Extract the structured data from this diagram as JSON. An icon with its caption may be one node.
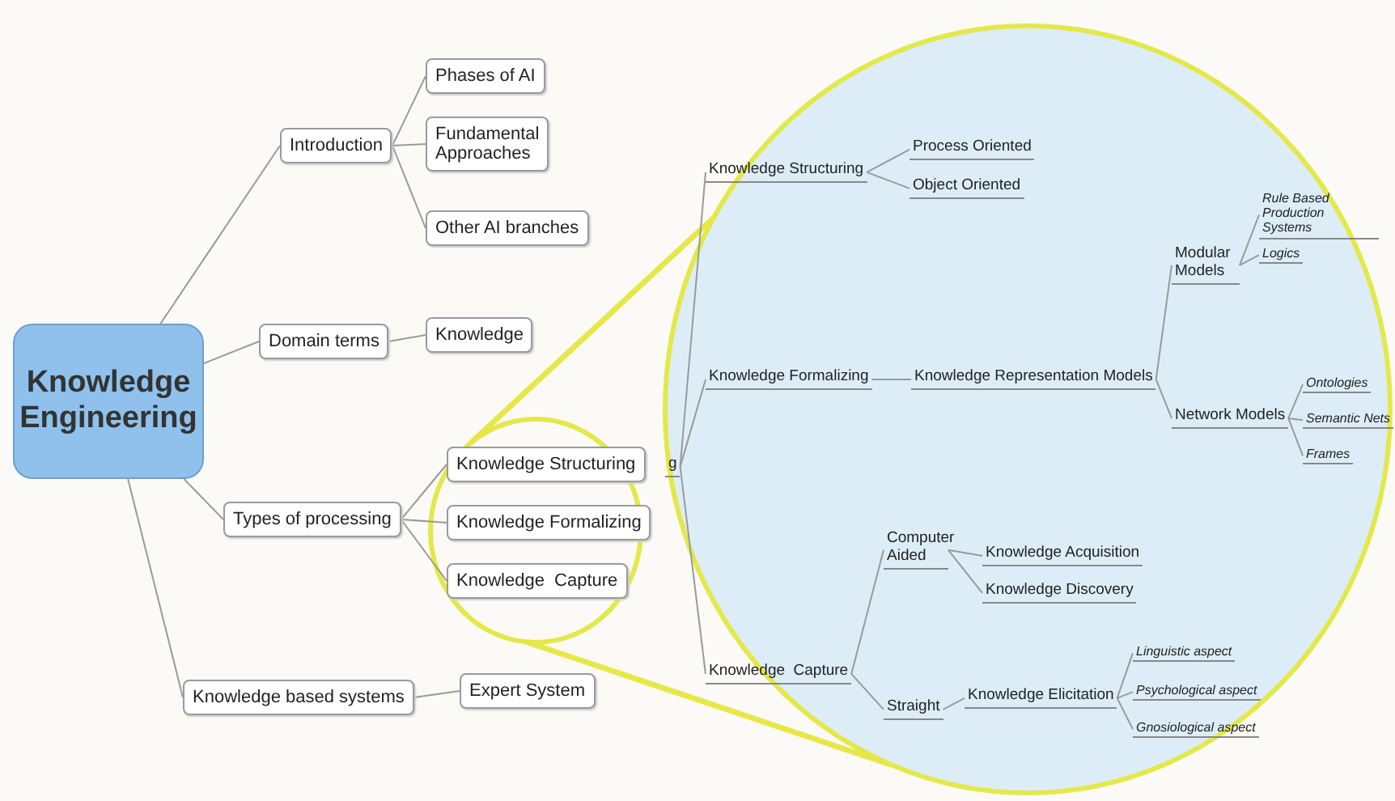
{
  "diagram": {
    "nodes": [
      {
        "text": [
          "Knowledge Engineering"
        ]
      },
      {
        "text": [
          "Introduction"
        ]
      },
      {
        "text": [
          "Phases of AI"
        ]
      },
      {
        "text": [
          "Fundamental Approaches"
        ]
      },
      {
        "text": [
          "Other AI branches"
        ]
      },
      {
        "text": [
          "Domain terms"
        ]
      },
      {
        "text": [
          "Knowledge"
        ]
      },
      {
        "text": [
          "Types of processing"
        ]
      },
      {
        "text": [],
        "shape": "circle"
      },
      {
        "text": [
          "Knowledge Structuring"
        ],
        "in": 8
      },
      {
        "text": [
          "Knowledge Formalizing"
        ],
        "in": 8
      },
      {
        "text": [
          "Knowledge  Capture"
        ],
        "in": 8
      },
      {
        "text": [
          "Knowledge based systems"
        ]
      },
      {
        "text": [
          "Expert System"
        ]
      },
      {
        "text": [],
        "shape": "circle"
      },
      {
        "text": [
          "g"
        ],
        "in": 14
      },
      {
        "text": [
          "Knowledge Structuring"
        ],
        "in": 14
      },
      {
        "text": [
          "Process Oriented"
        ],
        "in": 14
      },
      {
        "text": [
          "Object Oriented"
        ],
        "in": 14
      },
      {
        "text": [
          "Knowledge Formalizing"
        ],
        "in": 14
      },
      {
        "text": [
          "Knowledge Representation Models"
        ],
        "in": 14
      },
      {
        "text": [
          "Modular Models"
        ],
        "in": 14
      },
      {
        "text": [
          "Rule Based Production Systems"
        ],
        "in": 14
      },
      {
        "text": [
          "Logics"
        ],
        "in": 14
      },
      {
        "text": [
          "Network Models"
        ],
        "in": 14
      },
      {
        "text": [
          "Ontologies"
        ],
        "in": 14
      },
      {
        "text": [
          "Semantic Nets"
        ],
        "in": 14
      },
      {
        "text": [
          "Frames"
        ],
        "in": 14
      },
      {
        "text": [
          "Knowledge  Capture"
        ],
        "in": 14
      },
      {
        "text": [
          "Computer Aided"
        ],
        "in": 14
      },
      {
        "text": [
          "Knowledge Acquisition"
        ],
        "in": 14
      },
      {
        "text": [
          "Knowledge Discovery"
        ],
        "in": 14
      },
      {
        "text": [
          "Straight"
        ],
        "in": 14
      },
      {
        "text": [
          "Knowledge Elicitation"
        ],
        "in": 14
      },
      {
        "text": [
          "Linguistic aspect"
        ],
        "in": 14
      },
      {
        "text": [
          "Psychological aspect"
        ],
        "in": 14
      },
      {
        "text": [
          "Gnosiological aspect"
        ],
        "in": 14
      }
    ],
    "edges": [
      {
        "from": 0,
        "to": 1,
        "arrow": "none"
      },
      {
        "from": 0,
        "to": 5,
        "arrow": "none"
      },
      {
        "from": 0,
        "to": 7,
        "arrow": "none"
      },
      {
        "from": 0,
        "to": 12,
        "arrow": "none"
      },
      {
        "from": 1,
        "to": 2,
        "arrow": "none"
      },
      {
        "from": 1,
        "to": 3,
        "arrow": "none"
      },
      {
        "from": 1,
        "to": 4,
        "arrow": "none"
      },
      {
        "from": 5,
        "to": 6,
        "arrow": "none"
      },
      {
        "from": 7,
        "to": 9,
        "arrow": "none"
      },
      {
        "from": 7,
        "to": 10,
        "arrow": "none"
      },
      {
        "from": 7,
        "to": 11,
        "arrow": "none"
      },
      {
        "from": 12,
        "to": 13,
        "arrow": "none"
      },
      {
        "from": 8,
        "to": 14,
        "arrow": "none",
        "style": "thick",
        "color": "#e6e84a"
      },
      {
        "from": 8,
        "to": 14,
        "arrow": "none",
        "style": "thick",
        "color": "#e6e84a"
      },
      {
        "from": 15,
        "to": 16,
        "arrow": "none"
      },
      {
        "from": 15,
        "to": 19,
        "arrow": "none"
      },
      {
        "from": 15,
        "to": 28,
        "arrow": "none"
      },
      {
        "from": 16,
        "to": 17,
        "arrow": "none"
      },
      {
        "from": 16,
        "to": 18,
        "arrow": "none"
      },
      {
        "from": 19,
        "to": 20,
        "arrow": "none"
      },
      {
        "from": 20,
        "to": 21,
        "arrow": "none"
      },
      {
        "from": 20,
        "to": 24,
        "arrow": "none"
      },
      {
        "from": 21,
        "to": 22,
        "arrow": "none"
      },
      {
        "from": 21,
        "to": 23,
        "arrow": "none"
      },
      {
        "from": 24,
        "to": 25,
        "arrow": "none"
      },
      {
        "from": 24,
        "to": 26,
        "arrow": "none"
      },
      {
        "from": 24,
        "to": 27,
        "arrow": "none"
      },
      {
        "from": 28,
        "to": 29,
        "arrow": "none"
      },
      {
        "from": 28,
        "to": 32,
        "arrow": "none"
      },
      {
        "from": 29,
        "to": 30,
        "arrow": "none"
      },
      {
        "from": 29,
        "to": 31,
        "arrow": "none"
      },
      {
        "from": 32,
        "to": 33,
        "arrow": "none"
      },
      {
        "from": 33,
        "to": 34,
        "arrow": "none"
      },
      {
        "from": 33,
        "to": 35,
        "arrow": "none"
      },
      {
        "from": 33,
        "to": 36,
        "arrow": "none"
      }
    ]
  }
}
